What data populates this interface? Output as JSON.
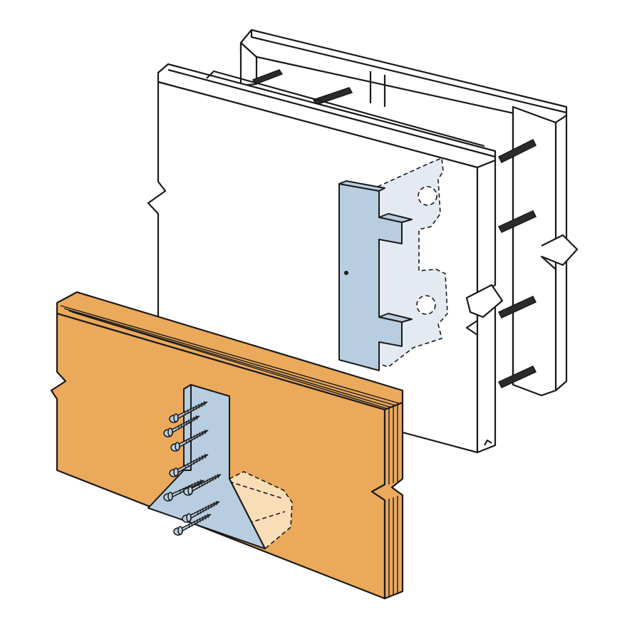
{
  "figure": {
    "labels": []
  },
  "components": {
    "icf_wall": "insulated-concrete-form-wall",
    "embedded_hanger_plate": "embedded-hanger-plate",
    "beam": "laminated-beam",
    "hanger": "face-mount-hanger",
    "screws": "structural-screws"
  },
  "colors": {
    "outline": "#1a1a1a",
    "foam": "#ffffff",
    "tie_rod": "#2b2b2b",
    "metal": "#b9cde0",
    "metal_ghost": "#e3eaf1",
    "wood": "#eba95b",
    "wood_side": "#eba95b",
    "wood_ghost": "#f9ddb7"
  }
}
